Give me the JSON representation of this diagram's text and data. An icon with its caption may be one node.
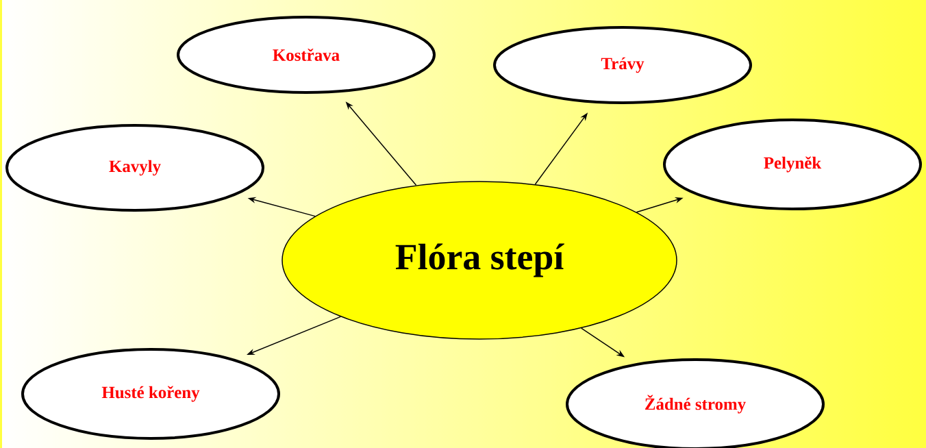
{
  "diagram": {
    "nodes": [
      {
        "text": [
          "Kostřava"
        ]
      },
      {
        "text": [
          "Trávy"
        ]
      },
      {
        "text": [
          "Kavyly"
        ]
      },
      {
        "text": [
          "Pelyněk"
        ]
      },
      {
        "text": [
          "Flóra stepí"
        ]
      },
      {
        "text": [
          "Husté kořeny"
        ]
      },
      {
        "text": [
          "Žádné stromy"
        ]
      }
    ],
    "edges": [
      {
        "from": 4,
        "to": 0,
        "arrow": "to"
      },
      {
        "from": 4,
        "to": 1,
        "arrow": "to"
      },
      {
        "from": 4,
        "to": 2,
        "arrow": "to"
      },
      {
        "from": 4,
        "to": 3,
        "arrow": "to"
      },
      {
        "from": 4,
        "to": 5,
        "arrow": "to"
      },
      {
        "from": 4,
        "to": 6,
        "arrow": "to"
      }
    ]
  }
}
